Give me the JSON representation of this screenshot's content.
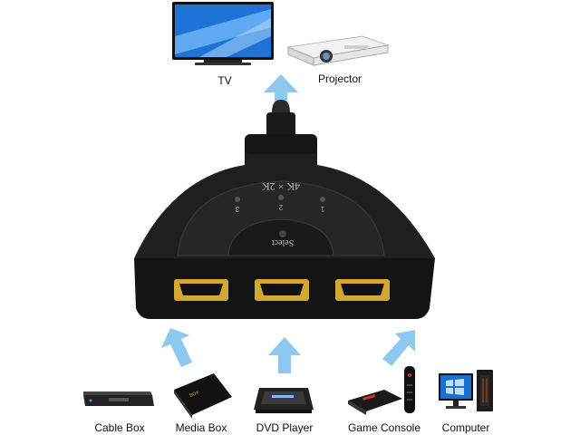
{
  "outputs": [
    {
      "id": "tv",
      "label": "TV"
    },
    {
      "id": "projector",
      "label": "Projector"
    }
  ],
  "switch": {
    "brand_text": "4K × 2K",
    "port_numbers": [
      "3",
      "2",
      "1"
    ],
    "select_label": "Select"
  },
  "sources": [
    {
      "id": "cable-box",
      "label": "Cable Box"
    },
    {
      "id": "media-box",
      "label": "Media  Box"
    },
    {
      "id": "dvd-player",
      "label": "DVD Player"
    },
    {
      "id": "game-console",
      "label": "Game Console"
    },
    {
      "id": "computer",
      "label": "Computer"
    }
  ],
  "colors": {
    "arrow": "#8cc8f0",
    "switch_body": "#1c1c1c",
    "hdmi_gold": "#d4a732",
    "tv_screen": "#1e74d6"
  },
  "icons": [
    "tv-icon",
    "projector-icon",
    "cable-box-icon",
    "media-box-icon",
    "dvd-player-icon",
    "game-console-icon",
    "computer-icon"
  ]
}
